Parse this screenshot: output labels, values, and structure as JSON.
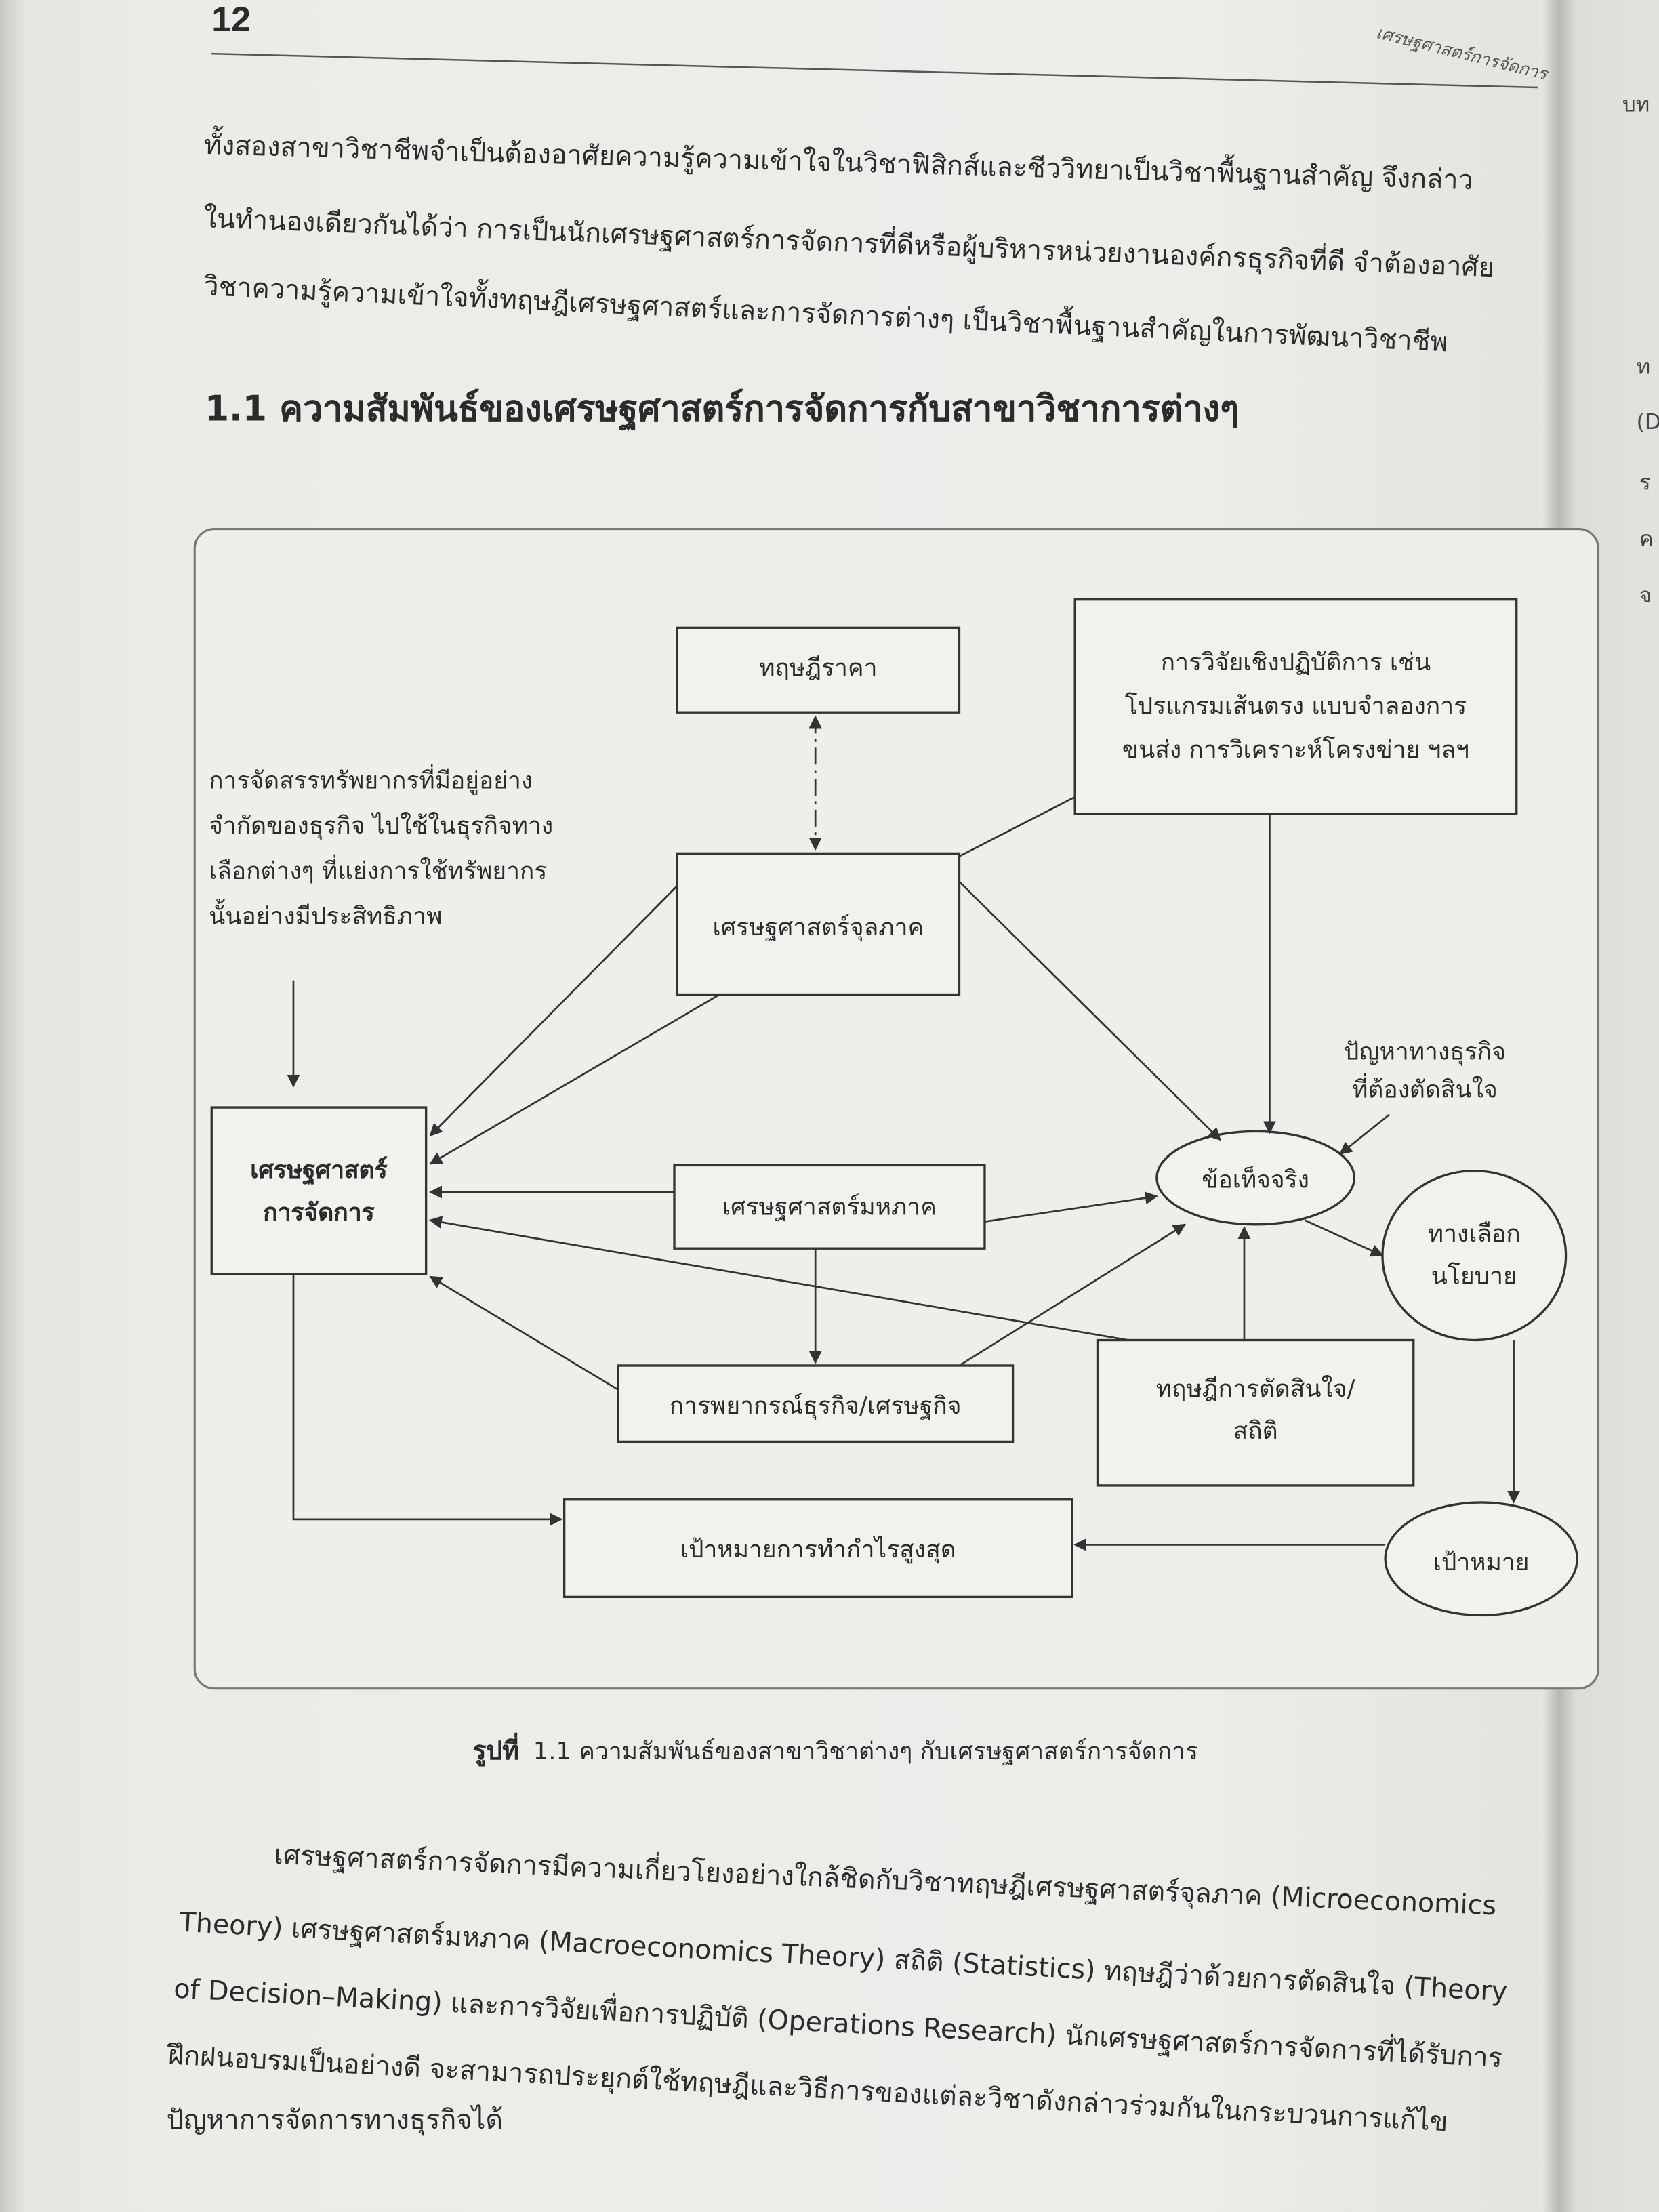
{
  "header": {
    "page_number": "12",
    "running_title": "เศรษฐศาสตร์การจัดการ"
  },
  "intro_paragraph": [
    "ทั้งสองสาขาวิชาชีพจำเป็นต้องอาศัยความรู้ความเข้าใจในวิชาฟิสิกส์และชีววิทยาเป็นวิชาพื้นฐานสำคัญ จึงกล่าว",
    "ในทำนองเดียวกันได้ว่า การเป็นนักเศรษฐศาสตร์การจัดการที่ดีหรือผู้บริหารหน่วยงานองค์กรธุรกิจที่ดี จำต้องอาศัย",
    "วิชาความรู้ความเข้าใจทั้งทฤษฎีเศรษฐศาสตร์และการจัดการต่างๆ เป็นวิชาพื้นฐานสำคัญในการพัฒนาวิชาชีพ"
  ],
  "section_heading": "1.1 ความสัมพันธ์ของเศรษฐศาสตร์การจัดการกับสาขาวิชาการต่างๆ",
  "diagram": {
    "price_theory": "ทฤษฎีราคา",
    "operations_research": [
      "การวิจัยเชิงปฏิบัติการ เช่น",
      "โปรแกรมเส้นตรง แบบจำลองการ",
      "ขนส่ง การวิเคราะห์โครงข่าย ฯลฯ"
    ],
    "resource_allocation": "การจัดสรรทรัพยากรที่มีอยู่อย่างจำกัดของธุรกิจ ไปใช้ในธุรกิจทางเลือกต่างๆ ที่แย่งการใช้ทรัพยากรนั้นอย่างมีประสิทธิภาพ",
    "microeconomics": "เศรษฐศาสตร์จุลภาค",
    "managerial_economics": [
      "เศรษฐศาสตร์",
      "การจัดการ"
    ],
    "macroeconomics": "เศรษฐศาสตร์มหภาค",
    "forecasting": "การพยากรณ์ธุรกิจ/เศรษฐกิจ",
    "decision_theory": [
      "ทฤษฎีการตัดสินใจ/",
      "สถิติ"
    ],
    "profit_goal": "เป้าหมายการทำกำไรสูงสุด",
    "business_problem": [
      "ปัญหาทางธุรกิจ",
      "ที่ต้องตัดสินใจ"
    ],
    "facts": "ข้อเท็จจริง",
    "policy_alternatives": [
      "ทางเลือก",
      "นโยบาย"
    ],
    "goal": "เป้าหมาย"
  },
  "caption": {
    "label": "รูปที่",
    "text": "1.1 ความสัมพันธ์ของสาขาวิชาต่างๆ กับเศรษฐศาสตร์การจัดการ"
  },
  "body_paragraph": [
    "เศรษฐศาสตร์การจัดการมีความเกี่ยวโยงอย่างใกล้ชิดกับวิชาทฤษฎีเศรษฐศาสตร์จุลภาค (Microeconomics",
    "Theory) เศรษฐศาสตร์มหภาค (Macroeconomics Theory) สถิติ (Statistics) ทฤษฎีว่าด้วยการตัดสินใจ (Theory",
    "of Decision–Making) และการวิจัยเพื่อการปฏิบัติ (Operations Research) นักเศรษฐศาสตร์การจัดการที่ได้รับการ",
    "ฝึกฝนอบรมเป็นอย่างดี จะสามารถประยุกต์ใช้ทฤษฎีและวิธีการของแต่ละวิชาดังกล่าวร่วมกันในกระบวนการแก้ไข",
    "ปัญหาการจัดการทางธุรกิจได้"
  ],
  "next_page_edge": [
    "บท",
    "ท",
    "(D",
    "ร",
    "ค",
    "จ"
  ]
}
